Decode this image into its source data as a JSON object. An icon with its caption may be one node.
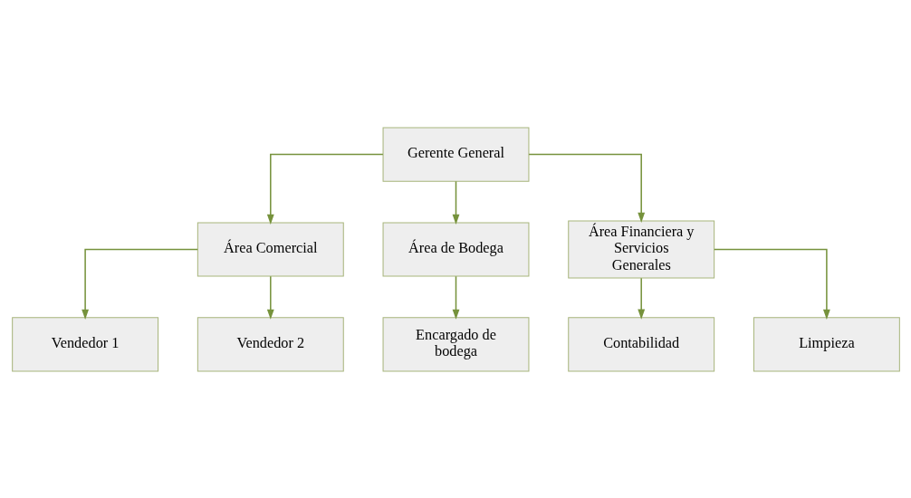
{
  "diagram": {
    "nodes": [
      {
        "text": [
          "Gerente General"
        ]
      },
      {
        "text": [
          "Área Comercial"
        ]
      },
      {
        "text": [
          "Área de Bodega"
        ]
      },
      {
        "text": [
          "Área Financiera y Servicios Generales"
        ]
      },
      {
        "text": [
          "Vendedor 1"
        ]
      },
      {
        "text": [
          "Vendedor 2"
        ]
      },
      {
        "text": [
          "Encargado de bodega"
        ]
      },
      {
        "text": [
          "Contabilidad"
        ]
      },
      {
        "text": [
          "Limpieza"
        ]
      }
    ],
    "edges": [
      {
        "from": 0,
        "to": 1,
        "arrow": "to"
      },
      {
        "from": 0,
        "to": 2,
        "arrow": "to"
      },
      {
        "from": 0,
        "to": 3,
        "arrow": "to"
      },
      {
        "from": 1,
        "to": 4,
        "arrow": "to"
      },
      {
        "from": 1,
        "to": 5,
        "arrow": "to"
      },
      {
        "from": 2,
        "to": 6,
        "arrow": "to"
      },
      {
        "from": 3,
        "to": 7,
        "arrow": "to"
      },
      {
        "from": 3,
        "to": 8,
        "arrow": "to"
      }
    ]
  }
}
